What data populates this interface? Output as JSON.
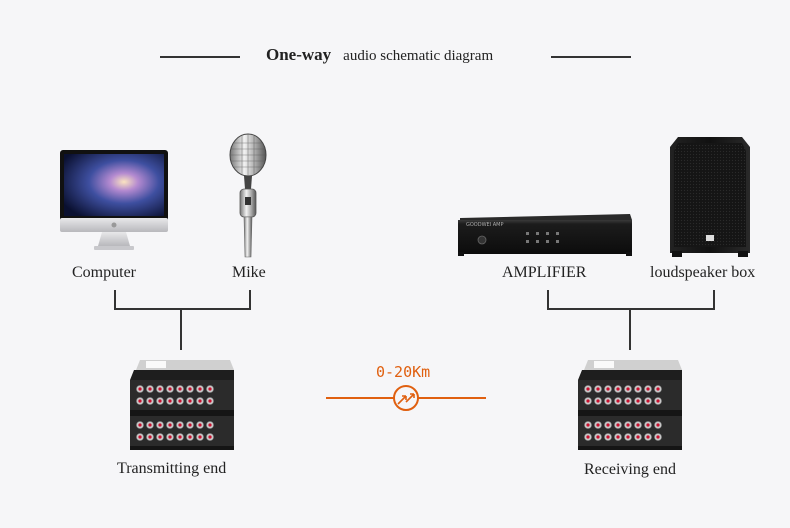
{
  "header": {
    "title_bold": "One-way",
    "title_rest": "audio schematic diagram"
  },
  "devices": {
    "computer": "Computer",
    "mike": "Mike",
    "amplifier": "AMPLIFIER",
    "speaker": "loudspeaker box",
    "amplifier_brand": "GOODWEI AMP"
  },
  "ends": {
    "transmit": "Transmitting end",
    "receive": "Receiving end"
  },
  "link": {
    "distance": "0-20Km"
  },
  "colors": {
    "accent": "#e06010",
    "line": "#333333"
  }
}
